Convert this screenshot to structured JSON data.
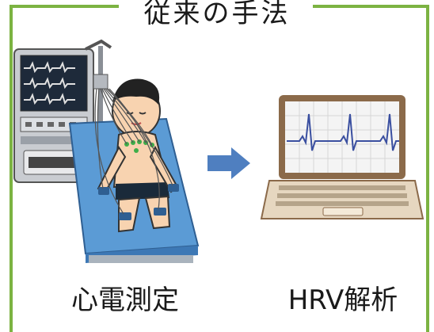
{
  "title": "従来の手法",
  "left_item": {
    "label": "心電測定"
  },
  "right_item": {
    "label": "HRV解析"
  },
  "colors": {
    "frame": "#7cb342",
    "arrow": "#4f7fc0",
    "bed": "#5b9bd5",
    "screen_bg": "#f4f4f4",
    "ecg_line": "#3a4fa0",
    "monitor_screen": "#1e2a3a"
  },
  "icons": {
    "arrow": "right-arrow-icon",
    "patient": "patient-on-bed-icon",
    "laptop": "laptop-icon",
    "monitor": "ecg-monitor-icon"
  }
}
